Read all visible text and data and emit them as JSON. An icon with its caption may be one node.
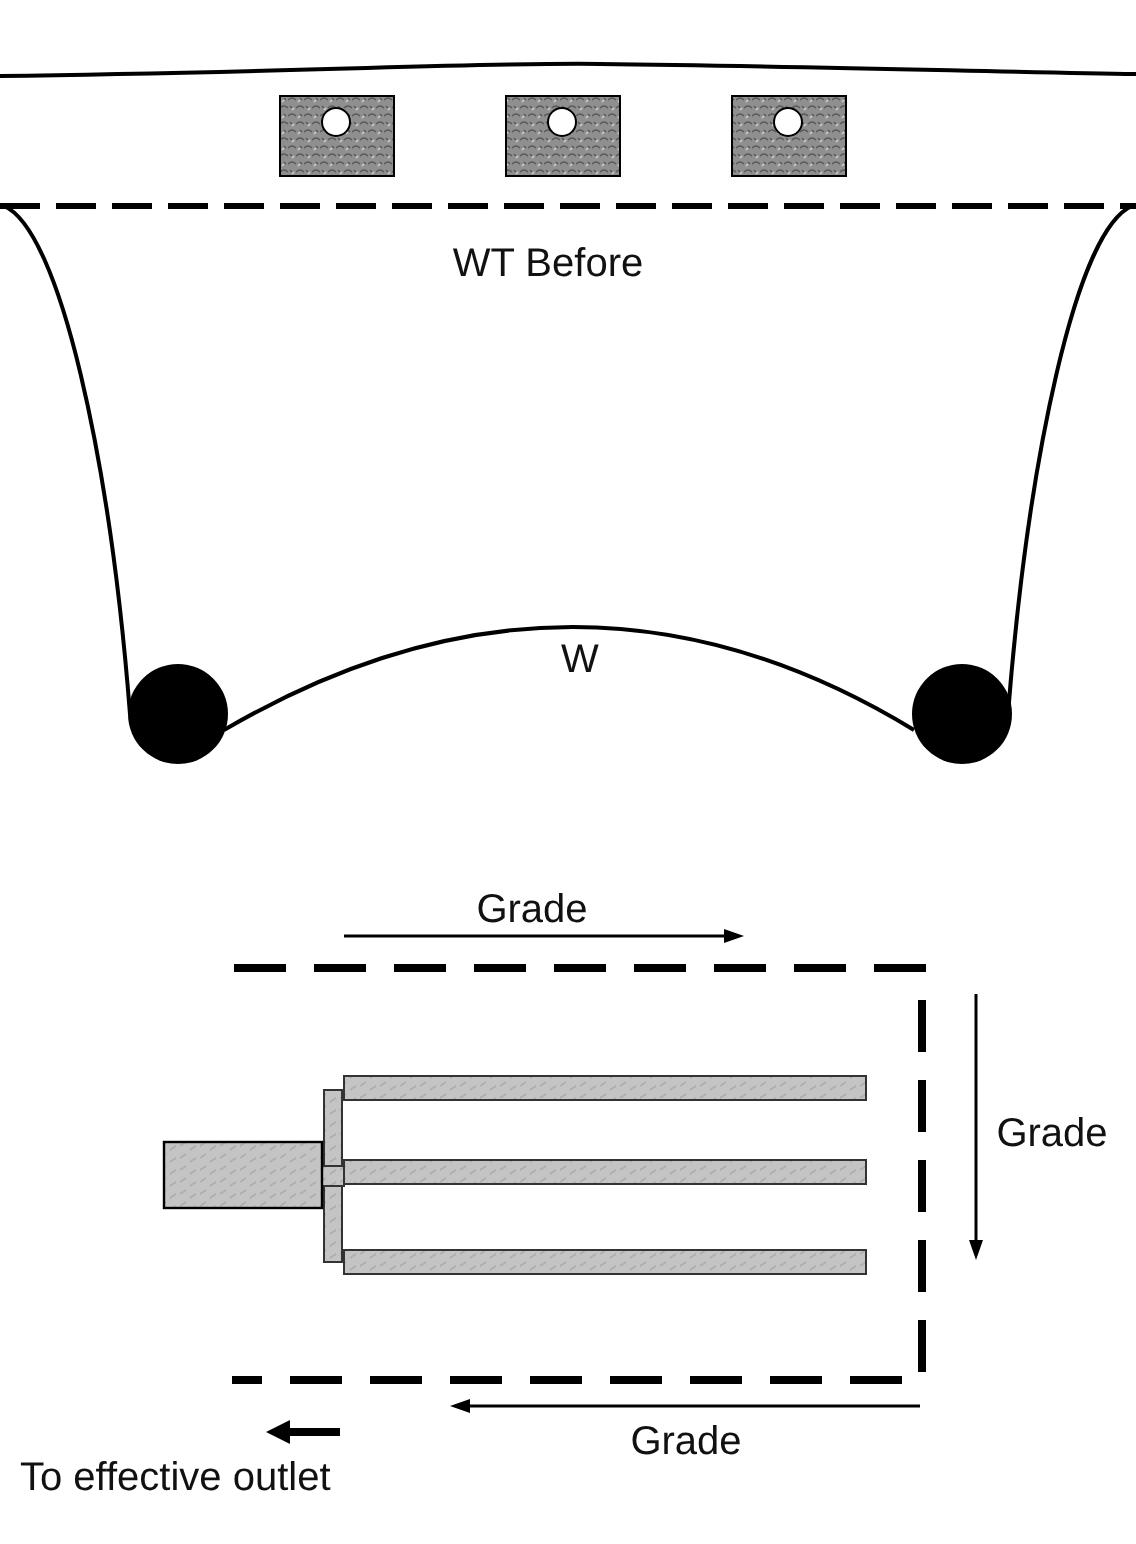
{
  "diagram": {
    "labels": [
      "WT Before",
      "W",
      "Grade",
      "Grade",
      "Grade",
      "To effective outlet"
    ]
  }
}
